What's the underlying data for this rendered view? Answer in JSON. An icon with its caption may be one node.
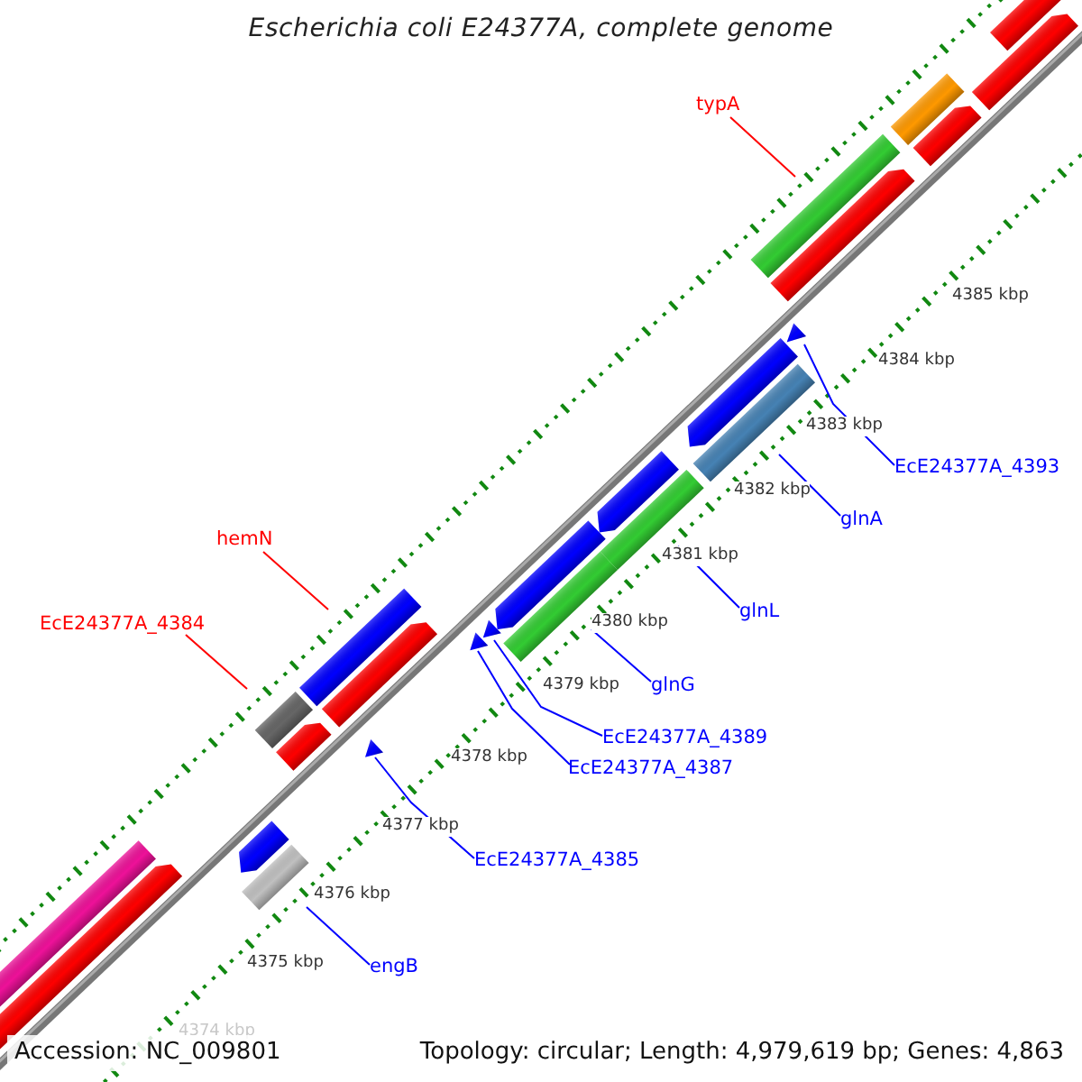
{
  "diagram": {
    "title": "Escherichia coli E24377A, complete genome",
    "nodes": [
      {
        "text": [
          "typA"
        ]
      },
      {
        "text": [],
        "shape": "bar"
      },
      {
        "text": [
          "EcE24377A_4393"
        ]
      },
      {
        "text": [],
        "shape": "triangle"
      },
      {
        "text": [
          "glnA"
        ]
      },
      {
        "text": [],
        "shape": "bar"
      },
      {
        "text": [
          "hemN"
        ]
      },
      {
        "text": [],
        "shape": "bar"
      },
      {
        "text": [
          "glnL"
        ]
      },
      {
        "text": [],
        "shape": "bar"
      },
      {
        "text": [
          "EcE24377A_4384"
        ]
      },
      {
        "text": [],
        "shape": "bar"
      },
      {
        "text": [
          "glnG"
        ]
      },
      {
        "text": [],
        "shape": "bar"
      },
      {
        "text": [
          "EcE24377A_4389"
        ]
      },
      {
        "text": [],
        "shape": "triangle"
      },
      {
        "text": [
          "EcE24377A_4387"
        ]
      },
      {
        "text": [],
        "shape": "triangle"
      },
      {
        "text": [
          "EcE24377A_4385"
        ]
      },
      {
        "text": [],
        "shape": "triangle"
      },
      {
        "text": [
          "engB"
        ]
      },
      {
        "text": [],
        "shape": "bar"
      }
    ],
    "edges": [
      {
        "from": 0,
        "to": 1,
        "arrow": "none",
        "color": "#ff0000"
      },
      {
        "from": 2,
        "to": 3,
        "arrow": "none"
      },
      {
        "from": 4,
        "to": 5,
        "arrow": "none"
      },
      {
        "from": 6,
        "to": 7,
        "arrow": "none",
        "color": "#ff0000"
      },
      {
        "from": 8,
        "to": 9,
        "arrow": "none"
      },
      {
        "from": 10,
        "to": 11,
        "arrow": "none",
        "color": "#ff0000"
      },
      {
        "from": 12,
        "to": 13,
        "arrow": "none"
      },
      {
        "from": 14,
        "to": 15,
        "arrow": "none"
      },
      {
        "from": 16,
        "to": 17,
        "arrow": "none"
      },
      {
        "from": 18,
        "to": 19,
        "arrow": "none"
      },
      {
        "from": 20,
        "to": 21,
        "arrow": "none"
      }
    ],
    "labels": [
      "4385 kbp",
      "4384 kbp",
      "4383 kbp",
      "4382 kbp",
      "4381 kbp",
      "4380 kbp",
      "4379 kbp",
      "4378 kbp",
      "4377 kbp",
      "4376 kbp",
      "4375 kbp",
      "4374 kbp",
      "Accession: NC_009801",
      "Topology: circular; Length: 4,979,619 bp; Genes: 4,863"
    ]
  }
}
